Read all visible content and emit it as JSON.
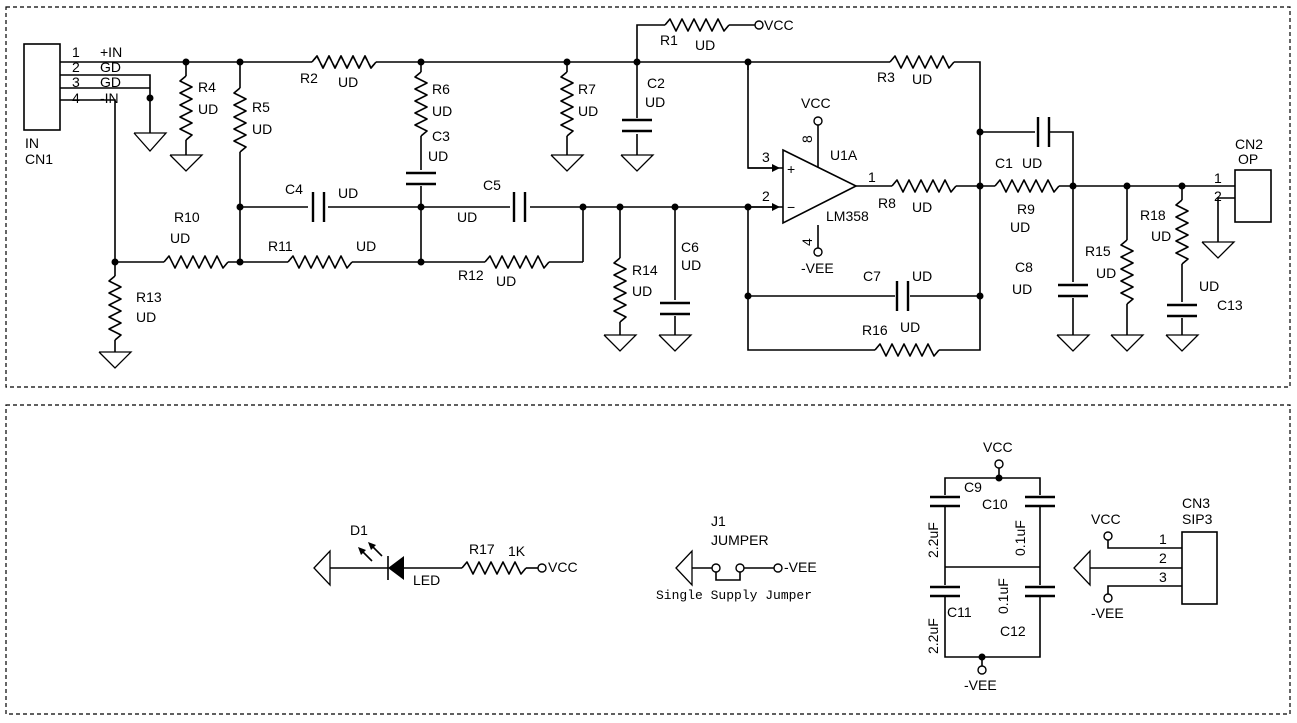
{
  "cn1": {
    "ref": "CN1",
    "label": "IN",
    "pins": [
      {
        "num": "1",
        "name": "+IN"
      },
      {
        "num": "2",
        "name": "GD"
      },
      {
        "num": "3",
        "name": "GD"
      },
      {
        "num": "4",
        "name": "-IN"
      }
    ]
  },
  "cn2": {
    "ref": "CN2",
    "label": "OP",
    "pins": [
      "1",
      "2"
    ]
  },
  "cn3": {
    "ref": "CN3",
    "label": "SIP3",
    "pins": [
      "1",
      "2",
      "3"
    ],
    "vcc": "VCC",
    "vee": "-VEE"
  },
  "opamp": {
    "ref": "U1A",
    "part": "LM358",
    "pin_plus": "3",
    "pin_minus": "2",
    "pin_out": "1",
    "pin_vcc": "8",
    "pin_vee": "4",
    "vcc": "VCC",
    "vee": "-VEE",
    "plus": "+",
    "minus": "−"
  },
  "resistors": {
    "r1": {
      "ref": "R1",
      "val": "UD"
    },
    "r2": {
      "ref": "R2",
      "val": "UD"
    },
    "r3": {
      "ref": "R3",
      "val": "UD"
    },
    "r4": {
      "ref": "R4",
      "val": "UD"
    },
    "r5": {
      "ref": "R5",
      "val": "UD"
    },
    "r6": {
      "ref": "R6",
      "val": "UD"
    },
    "r7": {
      "ref": "R7",
      "val": "UD"
    },
    "r8": {
      "ref": "R8",
      "val": "UD"
    },
    "r9": {
      "ref": "R9",
      "val": "UD"
    },
    "r10": {
      "ref": "R10",
      "val": "UD"
    },
    "r11": {
      "ref": "R11",
      "val": "UD"
    },
    "r12": {
      "ref": "R12",
      "val": "UD"
    },
    "r13": {
      "ref": "R13",
      "val": "UD"
    },
    "r14": {
      "ref": "R14",
      "val": "UD"
    },
    "r15": {
      "ref": "R15",
      "val": "UD"
    },
    "r16": {
      "ref": "R16",
      "val": "UD"
    },
    "r17": {
      "ref": "R17",
      "val": "1K"
    },
    "r18": {
      "ref": "R18",
      "val": "UD"
    }
  },
  "capacitors": {
    "c1": {
      "ref": "C1",
      "val": "UD"
    },
    "c2": {
      "ref": "C2",
      "val": "UD"
    },
    "c3": {
      "ref": "C3",
      "val": "UD"
    },
    "c4": {
      "ref": "C4",
      "val": "UD"
    },
    "c5": {
      "ref": "C5",
      "val": "UD"
    },
    "c6": {
      "ref": "C6",
      "val": "UD"
    },
    "c7": {
      "ref": "C7",
      "val": "UD"
    },
    "c8": {
      "ref": "C8",
      "val": "UD"
    },
    "c13": {
      "ref": "C13",
      "val": "UD"
    },
    "c9": {
      "ref": "C9",
      "val": "2.2uF"
    },
    "c10": {
      "ref": "C10",
      "val": "0.1uF"
    },
    "c11": {
      "ref": "C11",
      "val": "2.2uF"
    },
    "c12": {
      "ref": "C12",
      "val": "0.1uF"
    }
  },
  "rails": {
    "vcc": "VCC",
    "vee": "-VEE"
  },
  "led": {
    "ref": "D1",
    "label": "LED"
  },
  "jumper": {
    "ref": "J1",
    "label": "JUMPER",
    "caption": "Single Supply Jumper",
    "vee": "-VEE"
  }
}
